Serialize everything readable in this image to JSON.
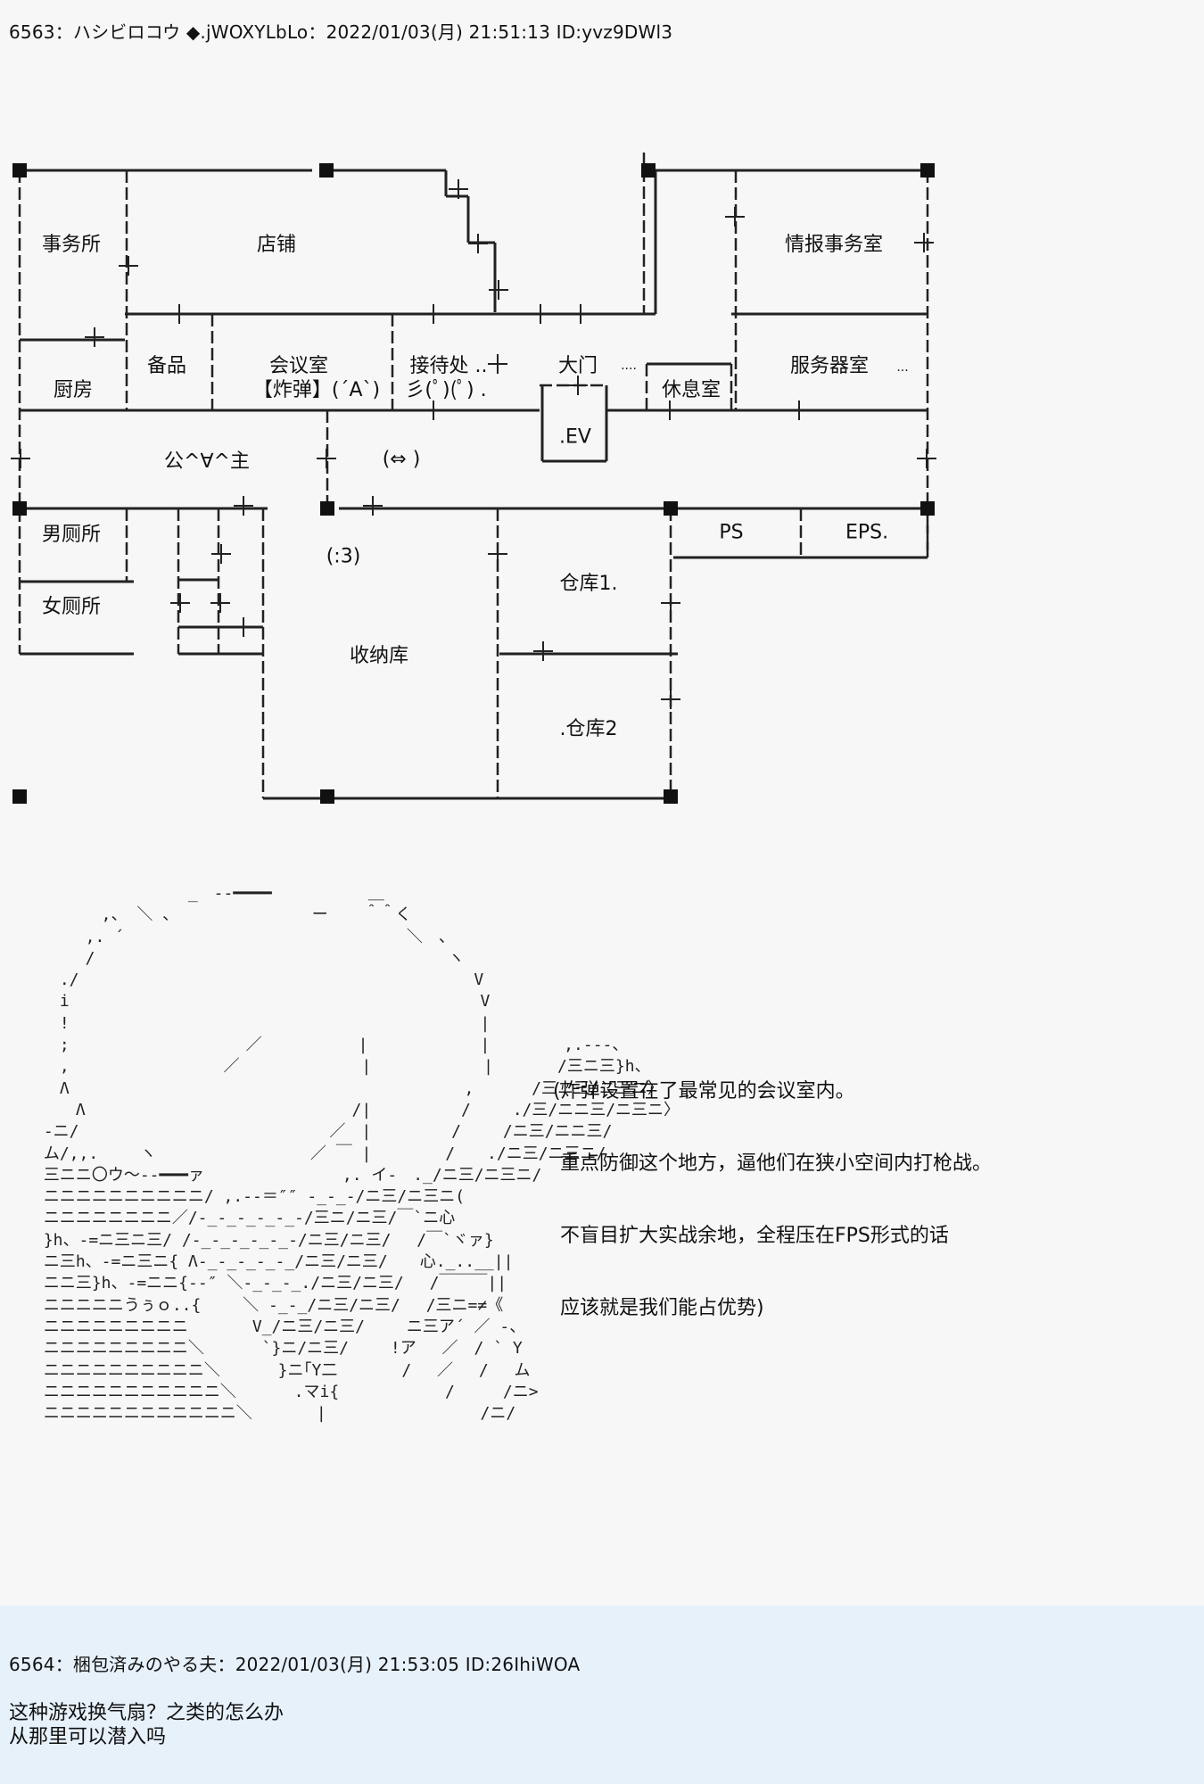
{
  "post1": {
    "header": "6563：ハシビロコウ ◆.jWOXYLbLo：2022/01/03(月) 21:51:13 ID:yvz9DWl3",
    "rooms": {
      "office": "事务所",
      "shop": "店铺",
      "intel_office": "情报事务室",
      "kitchen": "厨房",
      "supplies": "备品",
      "meeting_room": "会议室",
      "meeting_bomb": "【炸弹】(´A`)",
      "reception": "接待处 ..",
      "reception_face": "彡(ﾟ)(ﾟ) .",
      "main_gate": "大门",
      "main_gate_dots": "....",
      "lounge": "休息室",
      "server_room": "服务器室",
      "server_dots": "...",
      "ev": ".EV",
      "corridor_left": "公^∀^主",
      "corridor_arrow": "(⇔ )",
      "mens_toilet": "男厕所",
      "womens_toilet": "女厕所",
      "storage_face": "(:3)",
      "storage": "收纳库",
      "warehouse1": "仓库1.",
      "warehouse2": ".仓库2",
      "ps": "PS",
      "eps": "EPS."
    },
    "ascii_art": " 　　　　　　　　　　_　--━━━━　　　　　　＿\n　　　 　 ,、 ＼ 、　　　　　 　 　 ー 　 ＾＾く\n　　 　 ,. ´　　　　　　　　　　　　　　　　　 ＼　、\n　　 　 /　　　　　　　　　　　　　　　　　　　　　　ヽ\n　　 ./　　　　　　　　　　　　　　　　　　　　　　　　 V\n　　 i　　　　　　　　　　　　　　　　　　　　　　　　　 V\n　　 !　　　　　　　　　　　　　　　　　　　　　　　　　 |\n　　 ;　　　　　　　　　　　／　　　　　　|　　　　　　　|　　　　 ,.-‐-、\n　　 ,　　　　　　　　　 ／　　　　　　　 |　　　　　　　|　　　　/三ニ三}h、\n　　 Λ　　　　　　　　　　　　　　　　　　　　　　　　 ,　　　 /三ニ三/ニ三ニ〉\n　　　 Λ　　　　　　　　　　　　　　　　 /|　　　　　 /　　 ./三/ニニ三/ニ三ニ〉\n　 -ニ/　　　　　　　　　　　　　　　 ／　|　　　　　/　　 /ニ三/ニニ三/\n　 ム/,,.　　 ヽ　　　　　　　　　 ／ ￣ |　　　　 /　　./ニ三/ニ三ニ/\n　 三ニニ〇ウ～--━━━ァ　　　　　　　　 ,. イ-　._/ニ三/ニ三ニ/\n　 ニニニニニニニニニニ/ ,.--＝″″ -_-_-/ニ三/ニ三ニ(\n　 ニニニニニニニニ／/-_-_-_-_-_-/三ニ/ニ三/￣`ニ心\n　 }h、-=ニ三ニ三/ /-_-_-_-_-_-/ニ三/ニ三/　 /￣`ヾァ}\n　 ニ三h、-=ニ三ニ{ Λ-_-_-_-_-_/ニ三/ニ三/　　心._..__||\n　 ニニ三}h、-=ニニ{--″ ＼-_-_-_./ニ三/ニ三/　 /￣￣￣||\n　 ニニニニニうぅｏ..{　　 ＼ -_-_/ニ三/ニ三/　 /三ニ=≠《\n　 ニニニニニニニニニ　　　　V_/ニ三/ニ三/　　 ニ三ア´ ／ -、\n　 ニニニニニニニニニ＼　　　 `}ニ/ニ三/　　 !ア　 ／　/ ` Y\n　 ニニニニニニニニニニ＼　　　 }ニ｢Y二　　　　/　 ／　 /　 ム\n　 ニニニニニニニニニニニ＼　　　 .マi{　　　　　　 /　　　/ニ>\n　 ニニニニニニニニニニニニ＼　　　　|　　　　　　　　　 /ニ/",
    "body_lines": [
      "(炸弹设置在了最常见的会议室内。",
      "重点防御这个地方，逼他们在狭小空间内打枪战。",
      "不盲目扩大实战余地，全程压在FPS形式的话",
      "应该就是我们能占优势)"
    ]
  },
  "post2": {
    "header": "6564：梱包済みのやる夫：2022/01/03(月) 21:53:05 ID:26IhiWOA",
    "body_lines": [
      "这种游戏换气扇？之类的怎么办",
      "从那里可以潜入吗"
    ]
  }
}
